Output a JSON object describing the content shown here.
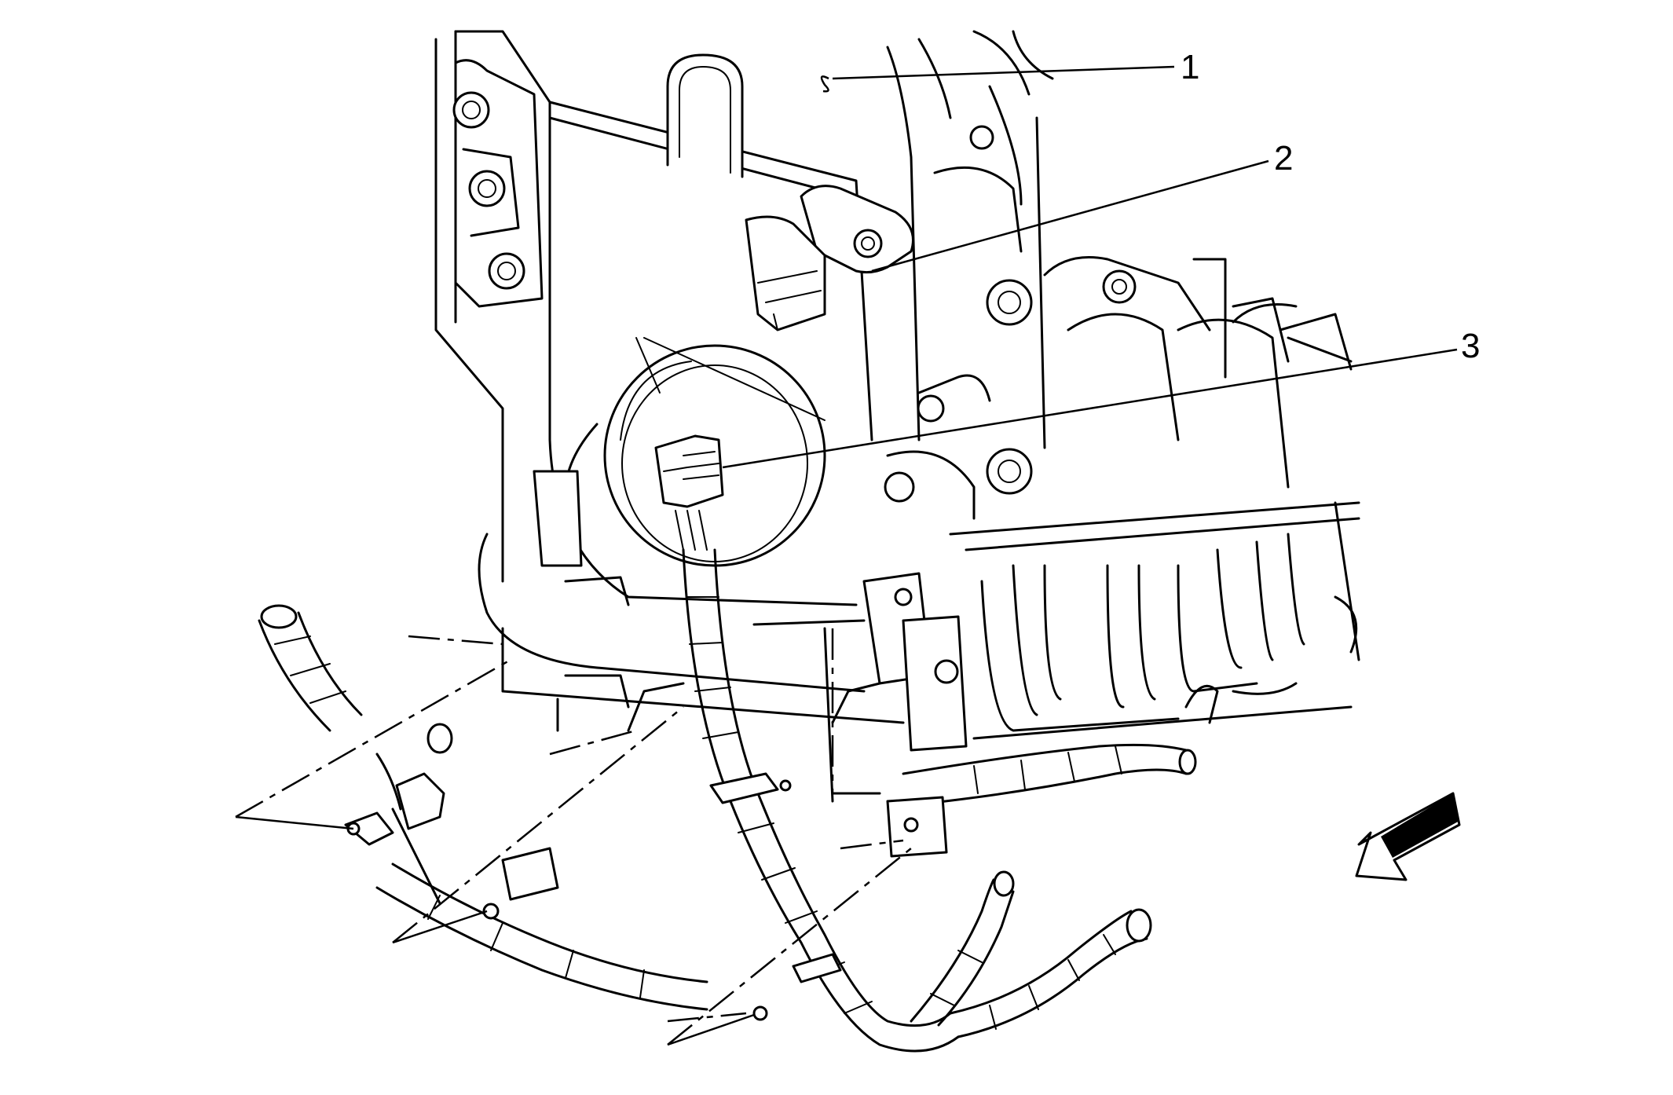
{
  "callouts": [
    {
      "id": "1",
      "label": "1"
    },
    {
      "id": "2",
      "label": "2"
    },
    {
      "id": "3",
      "label": "3"
    }
  ],
  "icons": {
    "view_arrow": "view-direction-arrow-icon"
  },
  "colors": {
    "line": "#000000",
    "background": "#ffffff"
  }
}
